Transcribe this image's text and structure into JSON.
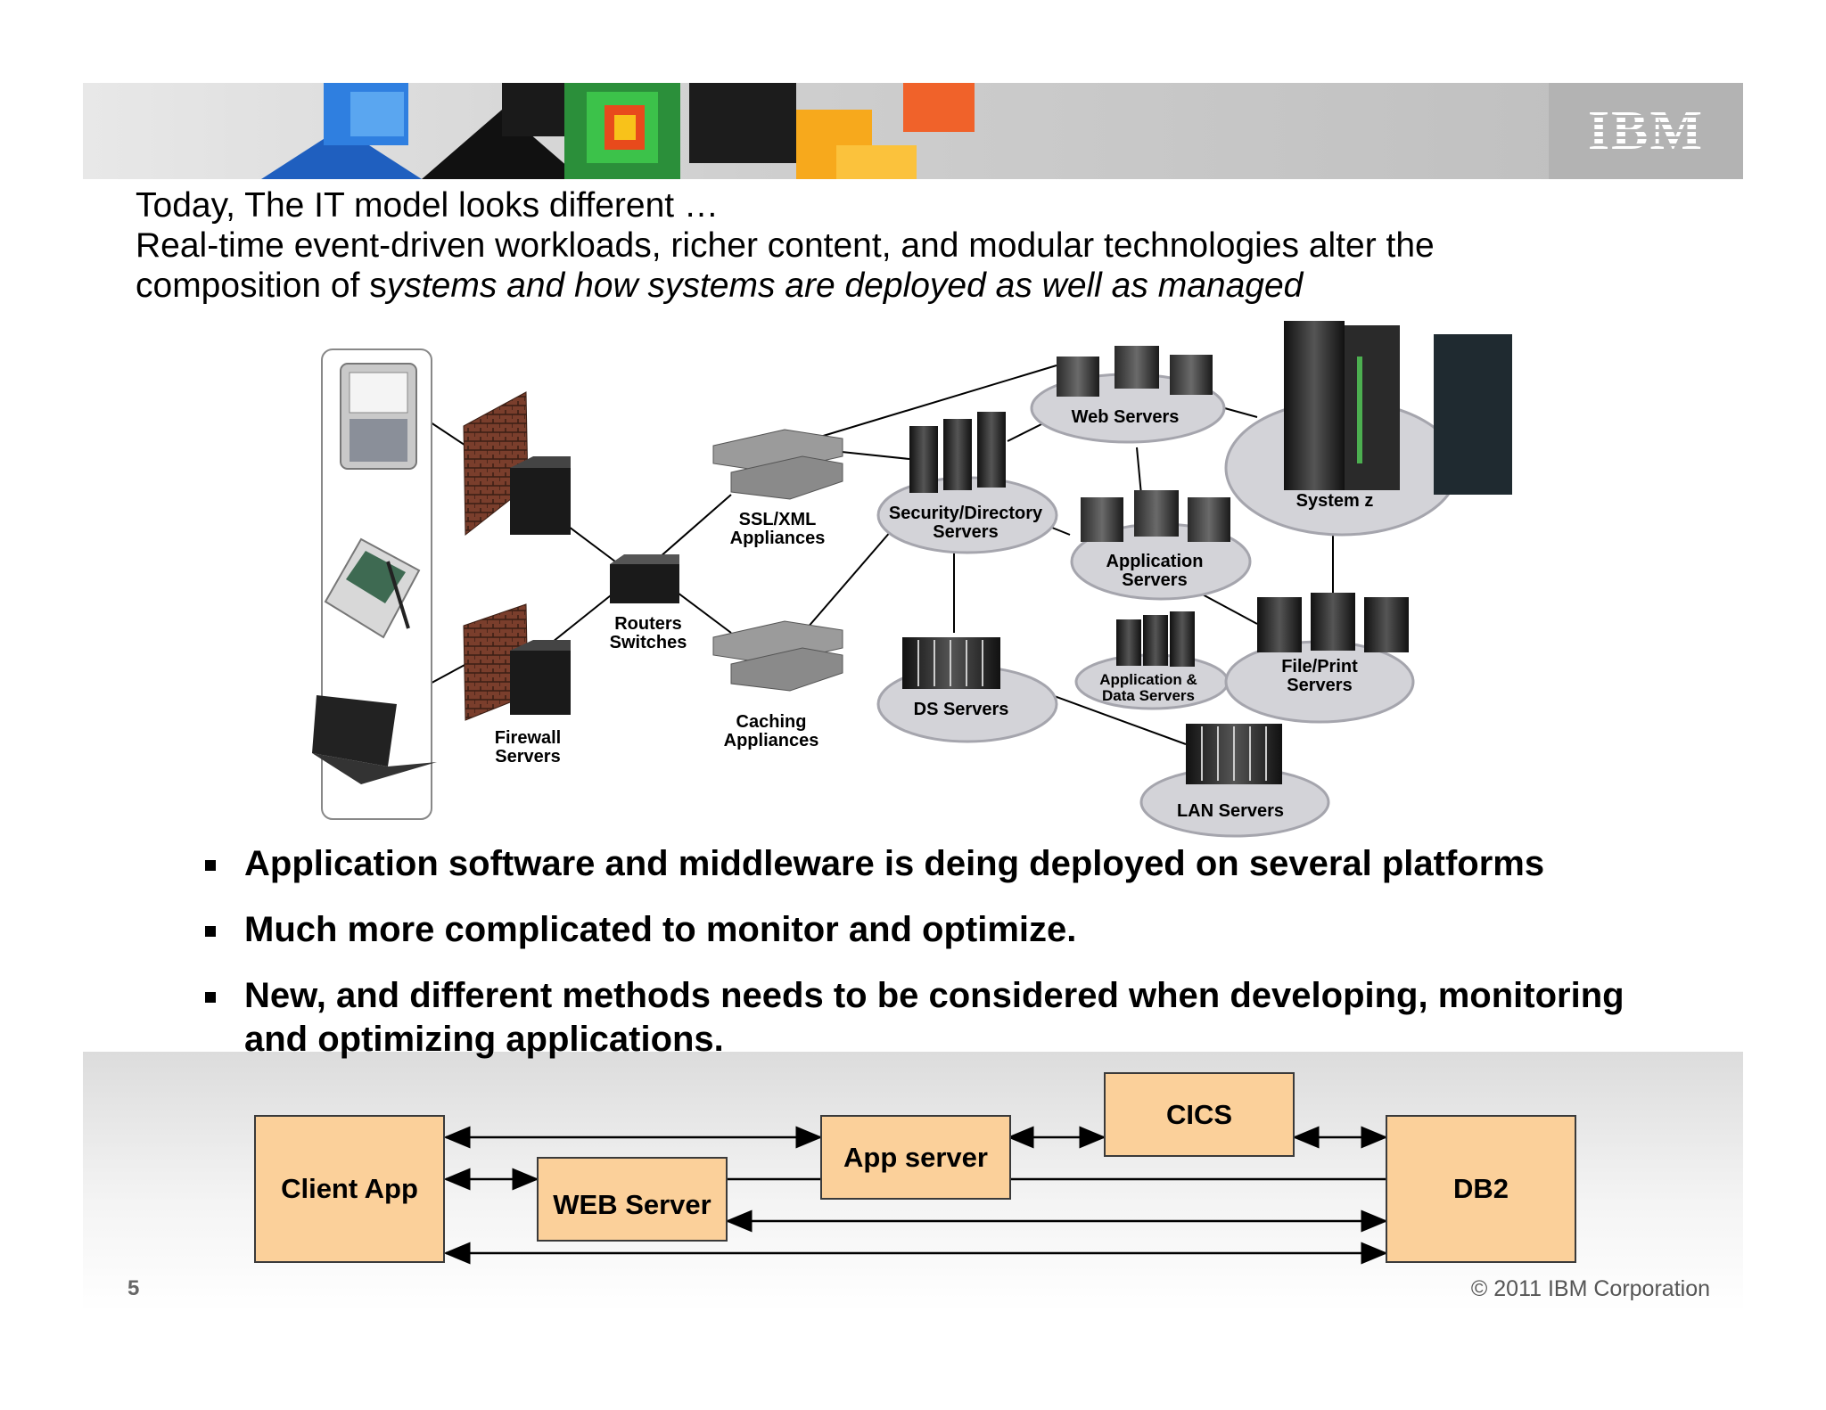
{
  "header": {
    "logo_text": "IBM"
  },
  "heading": {
    "line1": "Today, The IT model looks different …",
    "line2": "Real-time event-driven workloads, richer content, and modular technologies alter the",
    "line3_prefix": "composition of s",
    "line3_italic": "ystems and how systems are deployed as well as managed"
  },
  "network": {
    "firewall": "Firewall\nServers",
    "routers": "Routers\nSwitches",
    "ssl": "SSL/XML\nAppliances",
    "caching": "Caching\nAppliances",
    "security": "Security/Directory\nServers",
    "web": "Web Servers",
    "system_z": "System z",
    "application": "Application\nServers",
    "app_data": "Application &\nData Servers",
    "file_print": "File/Print\nServers",
    "ds": "DS Servers",
    "lan": "LAN Servers"
  },
  "bullets": [
    "Application software and middleware is deing deployed on several platforms",
    "Much more complicated to monitor and optimize.",
    "New, and different methods needs to be considered when developing, monitoring and optimizing applications."
  ],
  "flow": {
    "client": "Client App",
    "web": "WEB Server",
    "app": "App server",
    "cics": "CICS",
    "db2": "DB2"
  },
  "footer": {
    "page_number": "5",
    "copyright": "© 2011 IBM Corporation"
  },
  "colors": {
    "box_fill": "#fbd09a",
    "platform": "#d3d3d8"
  }
}
